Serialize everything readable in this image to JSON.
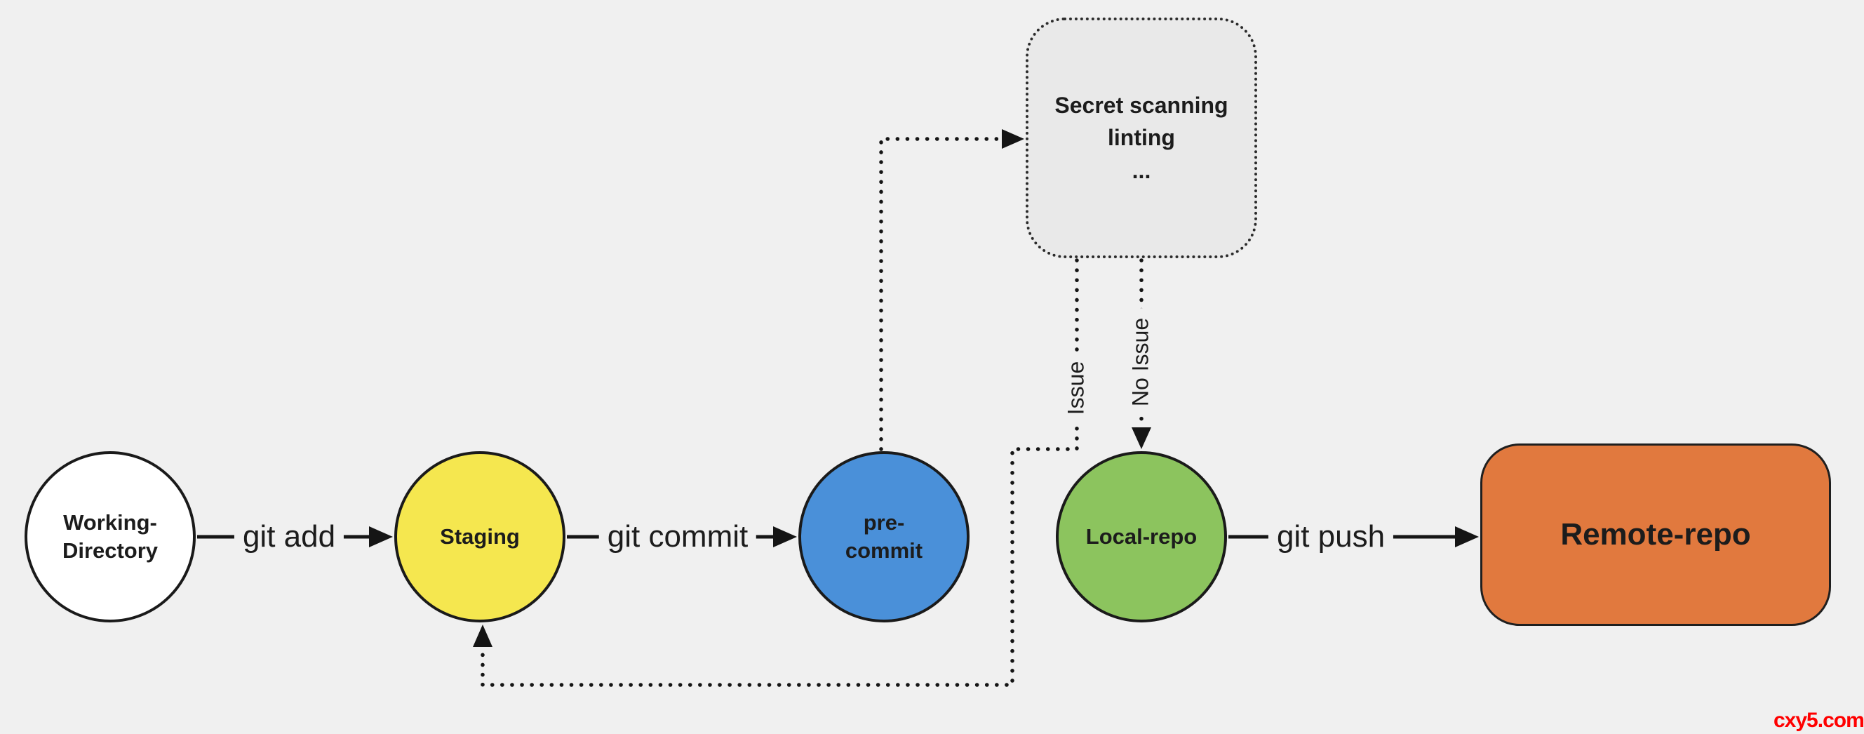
{
  "canvas": {
    "background_color": "#F0F0F0",
    "line_color": "#151515"
  },
  "nodes": {
    "working_directory": {
      "label": "Working-\nDirectory",
      "fill": "#FFFFFF",
      "shape": "circle"
    },
    "staging": {
      "label": "Staging",
      "fill": "#F5E74F",
      "shape": "circle"
    },
    "pre_commit": {
      "label": "pre-\ncommit",
      "fill": "#4A90D9",
      "shape": "circle"
    },
    "secret_scanning": {
      "label": "Secret scanning\nlinting\n...",
      "fill": "#E9E9E9",
      "shape": "rounded-rect-dotted"
    },
    "local_repo": {
      "label": "Local-repo",
      "fill": "#8CC45E",
      "shape": "circle"
    },
    "remote_repo": {
      "label": "Remote-repo",
      "fill": "#E1793E",
      "shape": "rounded-rect"
    }
  },
  "edges": {
    "git_add": {
      "label": "git add",
      "style": "solid",
      "from": "working_directory",
      "to": "staging"
    },
    "git_commit": {
      "label": "git commit",
      "style": "solid",
      "from": "staging",
      "to": "pre_commit"
    },
    "git_push": {
      "label": "git push",
      "style": "solid",
      "from": "local_repo",
      "to": "remote_repo"
    },
    "to_checks": {
      "label": "",
      "style": "dotted",
      "from": "pre_commit",
      "to": "secret_scanning"
    },
    "issue": {
      "label": "Issue",
      "style": "dotted",
      "from": "secret_scanning",
      "to": "staging"
    },
    "no_issue": {
      "label": "No Issue",
      "style": "dotted",
      "from": "secret_scanning",
      "to": "local_repo"
    }
  },
  "watermark": {
    "text": "cxy5.com",
    "color": "#FF0000"
  }
}
